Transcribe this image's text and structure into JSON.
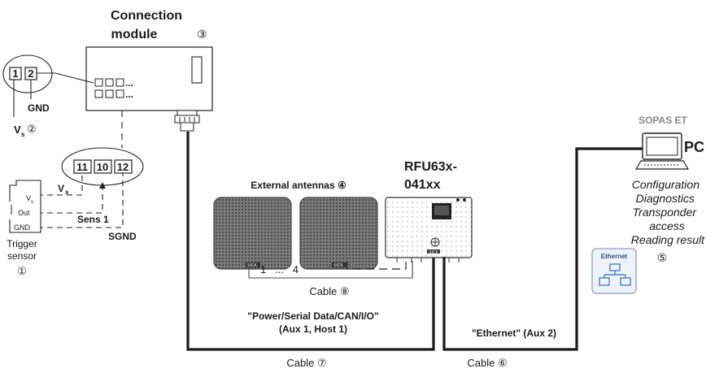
{
  "connection_module": {
    "line1": "Connection",
    "line2": "module",
    "number": "③"
  },
  "power_pins": {
    "pin1": "1",
    "pin2": "2",
    "gnd_label": "GND",
    "vs_label": "V",
    "vs_sub": "s",
    "vs_number": "②"
  },
  "trigger_pins": {
    "pin11": "11",
    "pin10": "10",
    "pin12": "12",
    "vs_label": "V",
    "vs_sub": "s",
    "sens_label": "Sens 1",
    "sgnd_label": "SGND"
  },
  "trigger_sensor": {
    "vs": "V",
    "vs_sub": "s",
    "out": "Out",
    "gnd": "GND",
    "line1": "Trigger",
    "line2": "sensor",
    "number": "①"
  },
  "antennas": {
    "title": "External antennas ④",
    "numbers": "1   ...   4",
    "brand": "SICK"
  },
  "reader": {
    "line1": "RFU63x-",
    "line2": "041xx",
    "brand": "SICK"
  },
  "cable8": {
    "label": "Cable ⑧"
  },
  "cable7": {
    "line1": "\"Power/Serial Data/CAN/I/O\"",
    "line2": "(Aux 1, Host 1)",
    "label": "Cable ⑦"
  },
  "cable6": {
    "line1": "\"Ethernet\" (Aux 2)",
    "label": "Cable ⑥"
  },
  "pc": {
    "software": "SOPAS ET",
    "label": "PC",
    "functions": [
      "Configuration",
      "Diagnostics",
      "Transponder",
      "access",
      "Reading result"
    ],
    "number": "⑤",
    "ethernet_label": "Ethernet"
  }
}
